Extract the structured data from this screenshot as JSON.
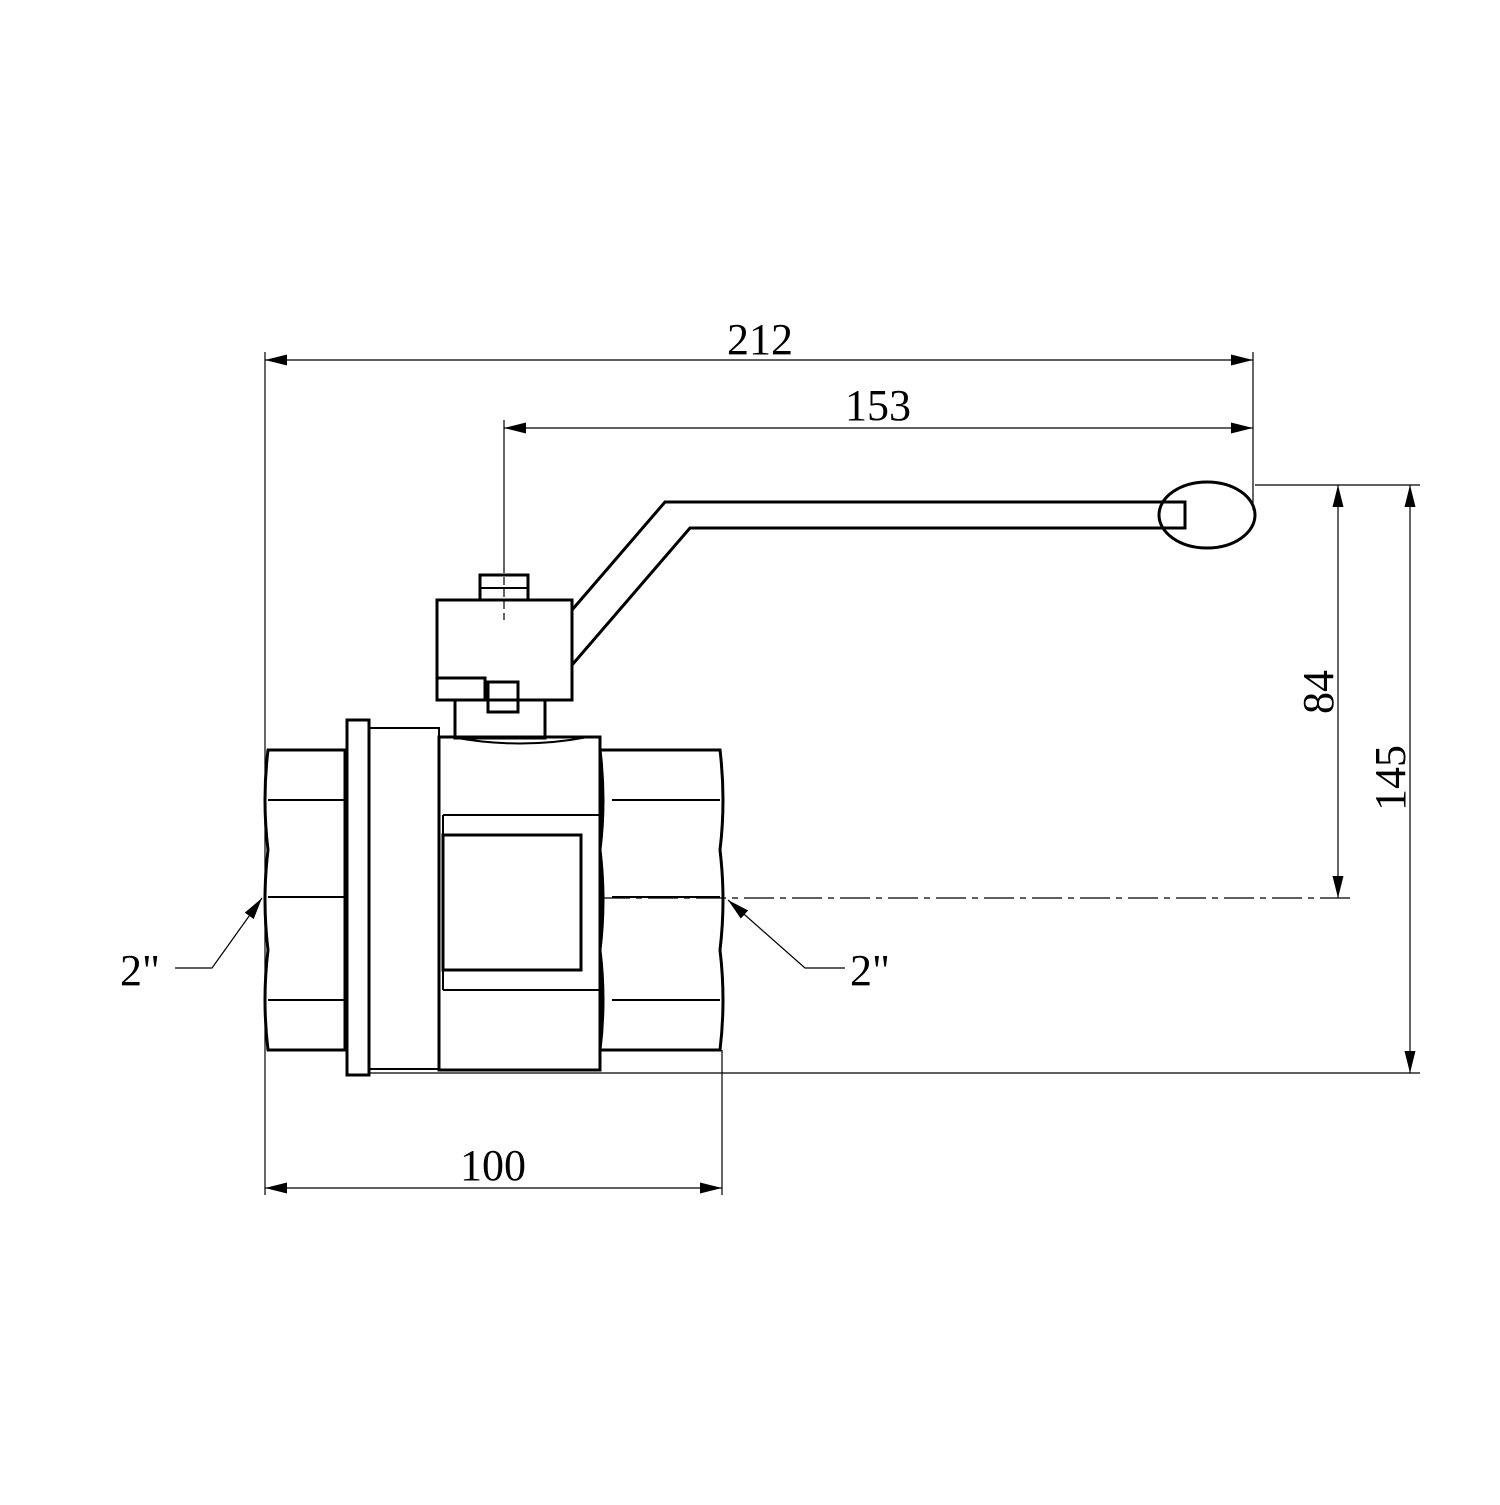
{
  "drawing": {
    "dimensions": {
      "overall_length": "212",
      "handle_length": "153",
      "body_length": "100",
      "axis_to_handle_height": "84",
      "overall_height": "145"
    },
    "threads": {
      "left": "2\"",
      "right": "2\""
    },
    "line_color": "#000000",
    "background_color": "#ffffff"
  }
}
